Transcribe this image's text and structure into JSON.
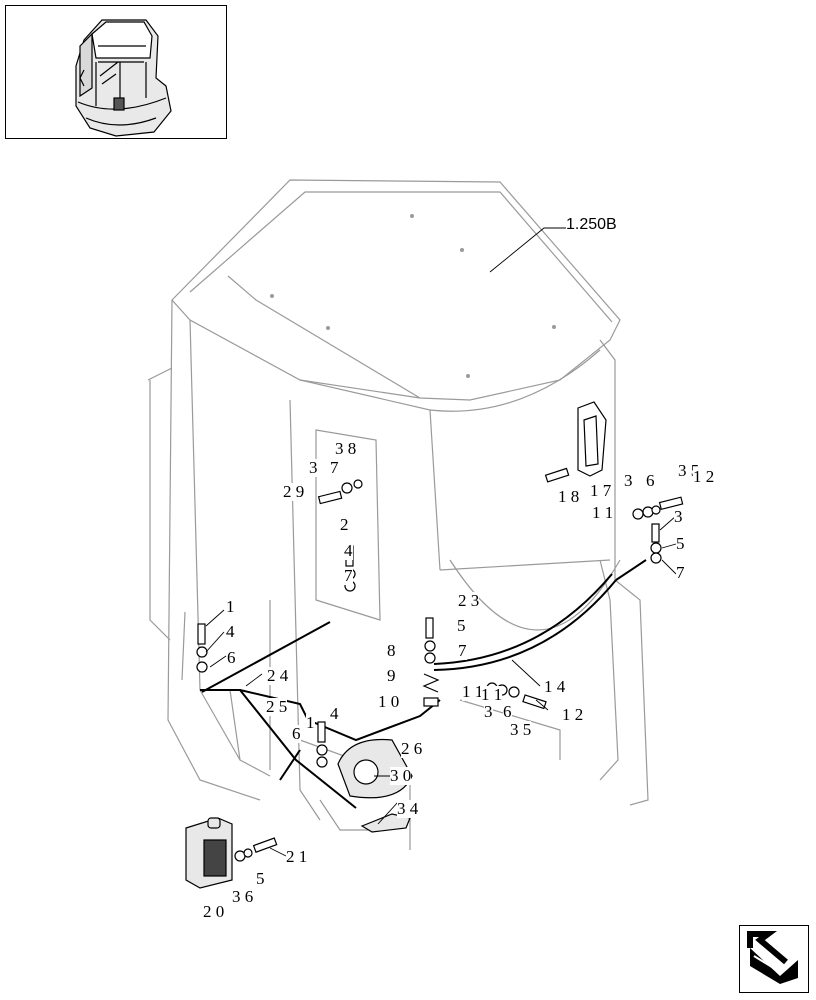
{
  "reference": {
    "label": "1.250B"
  },
  "callouts": [
    {
      "id": "c1",
      "text": "3 8"
    },
    {
      "id": "c2",
      "text": "3"
    },
    {
      "id": "c3",
      "text": "7"
    },
    {
      "id": "c4",
      "text": "2 9"
    },
    {
      "id": "c5",
      "text": "2"
    },
    {
      "id": "c6",
      "text": "4"
    },
    {
      "id": "c7",
      "text": "7"
    },
    {
      "id": "c8",
      "text": "1"
    },
    {
      "id": "c9",
      "text": "4"
    },
    {
      "id": "c10",
      "text": "6"
    },
    {
      "id": "c11",
      "text": "2 4"
    },
    {
      "id": "c12",
      "text": "2 5"
    },
    {
      "id": "c13",
      "text": "1"
    },
    {
      "id": "c14",
      "text": "4"
    },
    {
      "id": "c15",
      "text": "6"
    },
    {
      "id": "c16",
      "text": "2 3"
    },
    {
      "id": "c17",
      "text": "5"
    },
    {
      "id": "c18",
      "text": "7"
    },
    {
      "id": "c19",
      "text": "8"
    },
    {
      "id": "c20",
      "text": "9"
    },
    {
      "id": "c21",
      "text": "1 0"
    },
    {
      "id": "c22",
      "text": "1 1"
    },
    {
      "id": "c23",
      "text": "2 6"
    },
    {
      "id": "c24",
      "text": "3 0"
    },
    {
      "id": "c25",
      "text": "3 4"
    },
    {
      "id": "c26",
      "text": "1 1"
    },
    {
      "id": "c27",
      "text": "1 4"
    },
    {
      "id": "c28",
      "text": "3"
    },
    {
      "id": "c29",
      "text": "6"
    },
    {
      "id": "c30",
      "text": "3 5"
    },
    {
      "id": "c31",
      "text": "1 2"
    },
    {
      "id": "c32",
      "text": "1 8"
    },
    {
      "id": "c33",
      "text": "1 7"
    },
    {
      "id": "c34",
      "text": "3"
    },
    {
      "id": "c35",
      "text": "6"
    },
    {
      "id": "c36",
      "text": "3 5"
    },
    {
      "id": "c37",
      "text": "1 2"
    },
    {
      "id": "c38",
      "text": "1 1"
    },
    {
      "id": "c39",
      "text": "3"
    },
    {
      "id": "c40",
      "text": "5"
    },
    {
      "id": "c41",
      "text": "7"
    },
    {
      "id": "c42",
      "text": "2 1"
    },
    {
      "id": "c43",
      "text": "3"
    },
    {
      "id": "c44",
      "text": "5"
    },
    {
      "id": "c45",
      "text": "2 0"
    },
    {
      "id": "c46",
      "text": "3 6"
    }
  ]
}
